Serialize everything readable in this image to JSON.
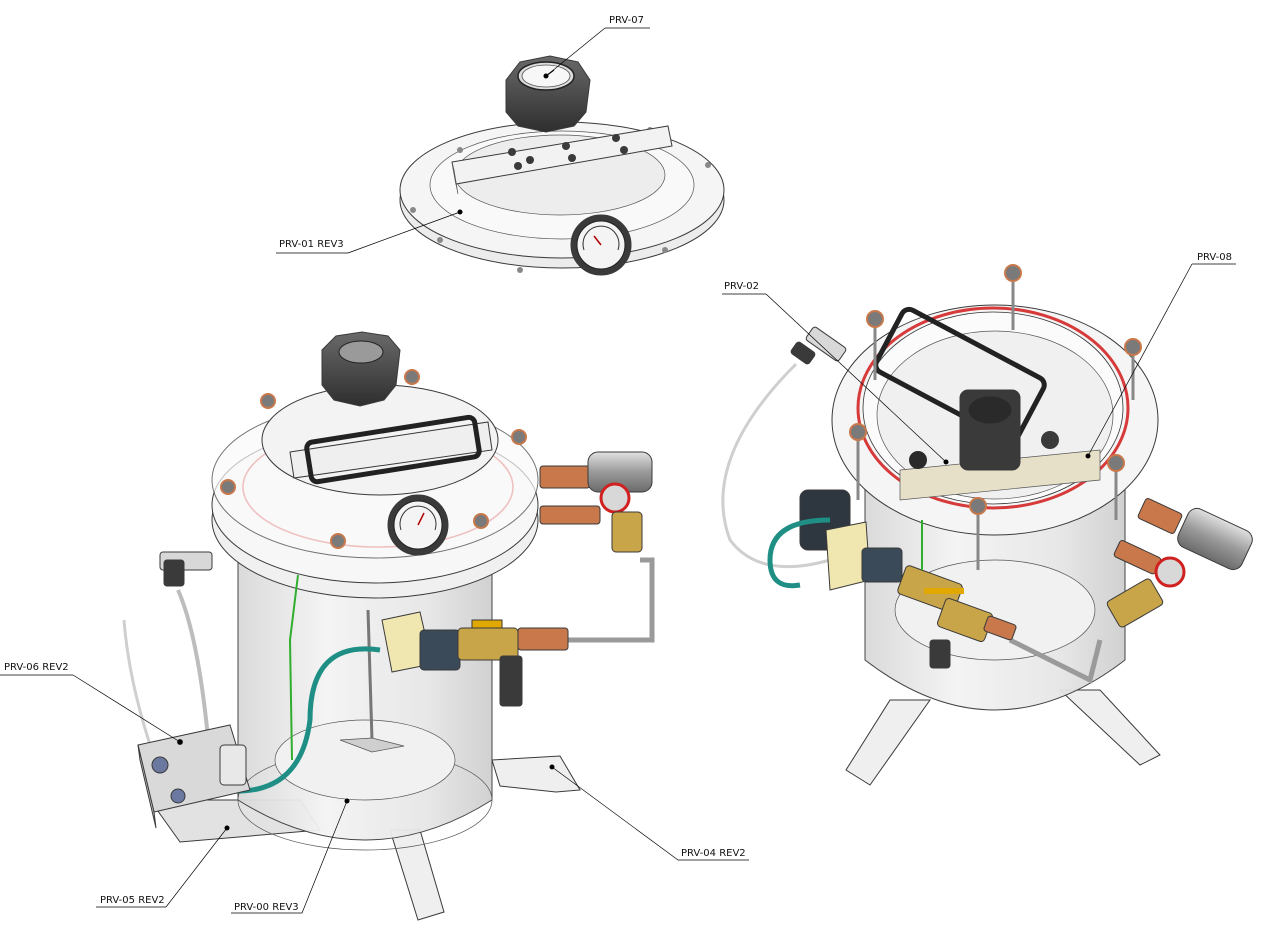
{
  "callouts": [
    {
      "id": "prv-07",
      "label": "PRV-07"
    },
    {
      "id": "prv-01",
      "label": "PRV-01 REV3"
    },
    {
      "id": "prv-02",
      "label": "PRV-02"
    },
    {
      "id": "prv-08",
      "label": "PRV-08"
    },
    {
      "id": "prv-06",
      "label": "PRV-06 REV2"
    },
    {
      "id": "prv-04",
      "label": "PRV-04 REV2"
    },
    {
      "id": "prv-05",
      "label": "PRV-05 REV2"
    },
    {
      "id": "prv-00",
      "label": "PRV-00 REV3"
    }
  ],
  "colors": {
    "acrylic": "#eeeeee",
    "gasket": "#d63a3a",
    "hose": "#1f8f86",
    "knob": "#4a4a4a",
    "brass": "#c9a54a",
    "copper": "#c8784a",
    "valve_handle": "#e0a800",
    "valve_red": "#d02020",
    "solenoid": "#f0e6b0"
  }
}
